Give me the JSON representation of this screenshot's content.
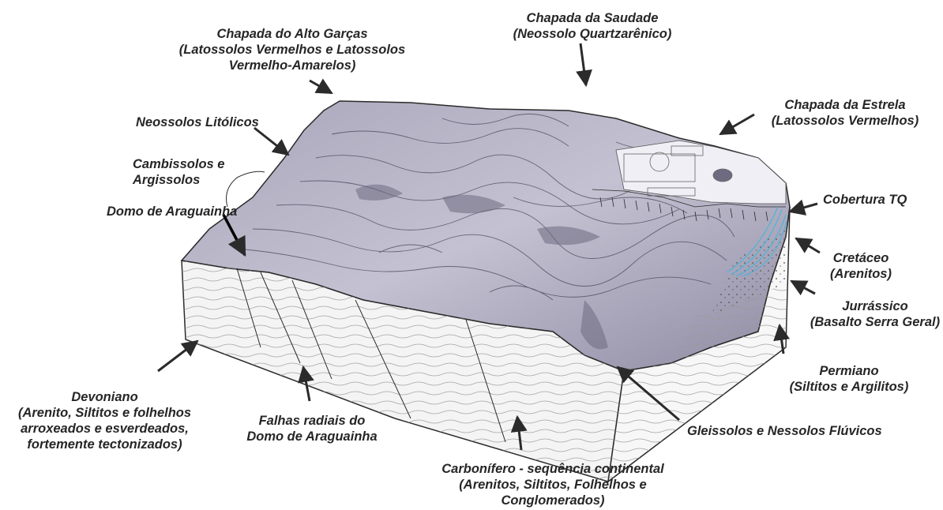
{
  "labels": {
    "saudade": [
      "Chapada da Saudade",
      "(Neossolo Quartzarênico)"
    ],
    "alto_garcas": [
      "Chapada do Alto Garças",
      "(Latossolos Vermelhos e Latossolos",
      "Vermelho-Amarelos)"
    ],
    "estrela": [
      "Chapada da Estrela",
      "(Latossolos Vermelhos)"
    ],
    "litolicos": [
      "Neossolos Litólicos"
    ],
    "cambissolos": [
      "Cambissolos e",
      "Argissolos"
    ],
    "domo": [
      "Domo de Araguainha"
    ],
    "tq": [
      "Cobertura TQ"
    ],
    "cretaceo": [
      "Cretáceo",
      "(Arenitos)"
    ],
    "jurassico": [
      "Jurrássico",
      "(Basalto Serra Geral)"
    ],
    "permiano": [
      "Permiano",
      "(Siltitos e Argilitos)"
    ],
    "devoniano": [
      "Devoniano",
      "(Arenito, Siltitos e folhelhos",
      "arroxeados e esverdeados,",
      "fortemente tectonizados)"
    ],
    "falhas": [
      "Falhas radiais do",
      "Domo de Araguainha"
    ],
    "gleissolos": [
      "Gleissolos e Nessolos Flúvicos"
    ],
    "carbonifero": [
      "Carbonífero - sequência continental",
      "(Arenitos, Siltitos, Folhelhos e",
      "Conglomerados)"
    ]
  },
  "colors": {
    "text": "#262626",
    "ink": "#2b2b2b",
    "terrain": "#b9b6c8",
    "terrain_dark": "#6e6a80",
    "cross_section": "#f4f4f4",
    "cover_tq": "#4fb3d9"
  }
}
